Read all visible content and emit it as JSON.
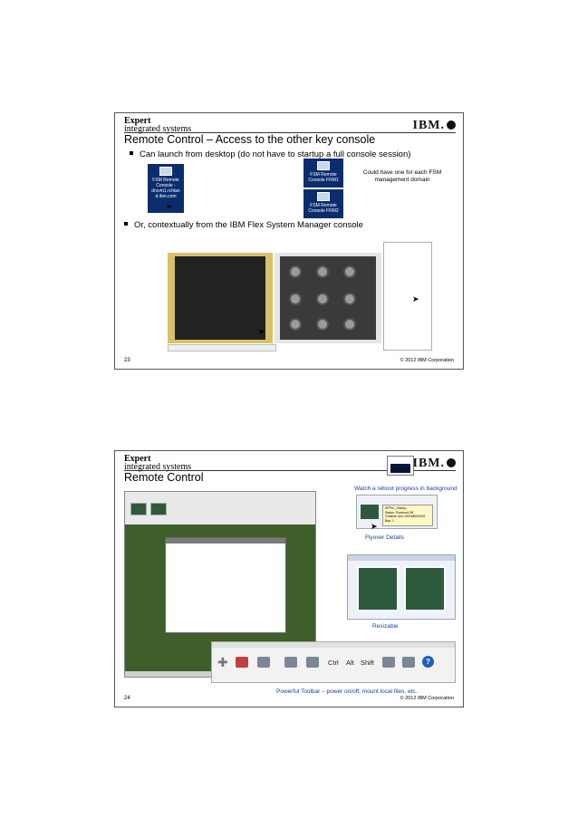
{
  "branding": {
    "line1": "Expert",
    "line2": "integrated systems",
    "ibm": "IBM."
  },
  "slides": [
    {
      "title": "Remote Control – Access to the other key console",
      "bullet1": "Can launch from desktop (do not have to startup a full console session)",
      "bullet2": "Or, contextually from the IBM Flex System Manager console",
      "desktop_icon_left": {
        "l1": "FSM Remote",
        "l2": "Console -",
        "l3": "drsvm1.rchlan",
        "l4": "d.ibm.com"
      },
      "desktop_icon_r1": {
        "l1": "FSM Remote",
        "l2": "Console FRM1"
      },
      "desktop_icon_r2": {
        "l1": "FSM Remote",
        "l2": "Console FRM2"
      },
      "note_l1": "Could have one for each FSM",
      "note_l2": "management domain",
      "page": "23",
      "copyright": "© 2012 IBM Corporation"
    },
    {
      "title": "Remote Control",
      "caption_watch": "Watch a reboot progress in background",
      "caption_flyover": "Flyover Details",
      "caption_resizable": "Resizable",
      "caption_toolbar": "Powerful Toolbar – power on/off, mount local files, etc.",
      "toolbar_keys": {
        "ctrl": "Ctrl",
        "alt": "Alt",
        "shift": "Shift"
      },
      "flyover_tip": {
        "l1": "SPPrC_Victory",
        "l2": "Status: Powered Off",
        "l3": "Chassis: sim-192168001002",
        "l4": "Bay: 1"
      },
      "page": "24",
      "copyright": "© 2012 IBM Corporation"
    }
  ],
  "colors": {
    "title_blue": "#1a3c9c",
    "chassis_gold": "#d7c06a",
    "desktop_green": "#3f5f2a"
  },
  "icons": [
    "cursor-arrow-icon",
    "help-icon",
    "plus-icon",
    "camera-icon",
    "monitor-icon"
  ]
}
